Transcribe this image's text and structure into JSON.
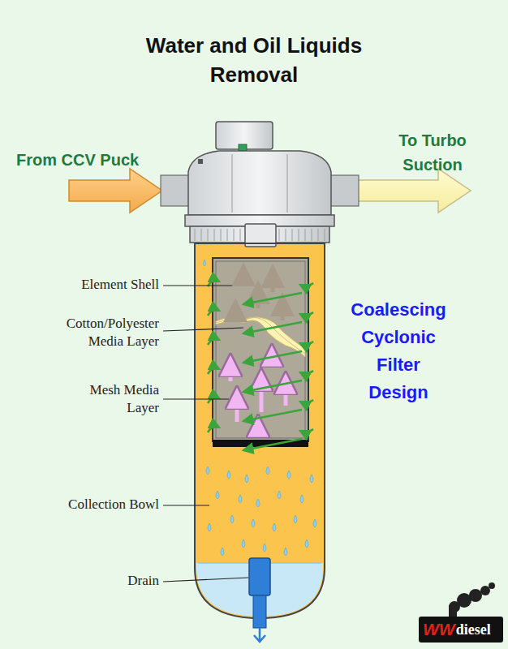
{
  "diagram": {
    "title": "Water and Oil Liquids Removal",
    "labels": [
      "From CCV Puck",
      "To Turbo Suction",
      "Element Shell",
      "Cotton/Polyester Media Layer",
      "Mesh Media Layer",
      "Collection Bowl",
      "Drain",
      "Coalescing Cyclonic Filter Design",
      "WW",
      "diesel"
    ]
  }
}
